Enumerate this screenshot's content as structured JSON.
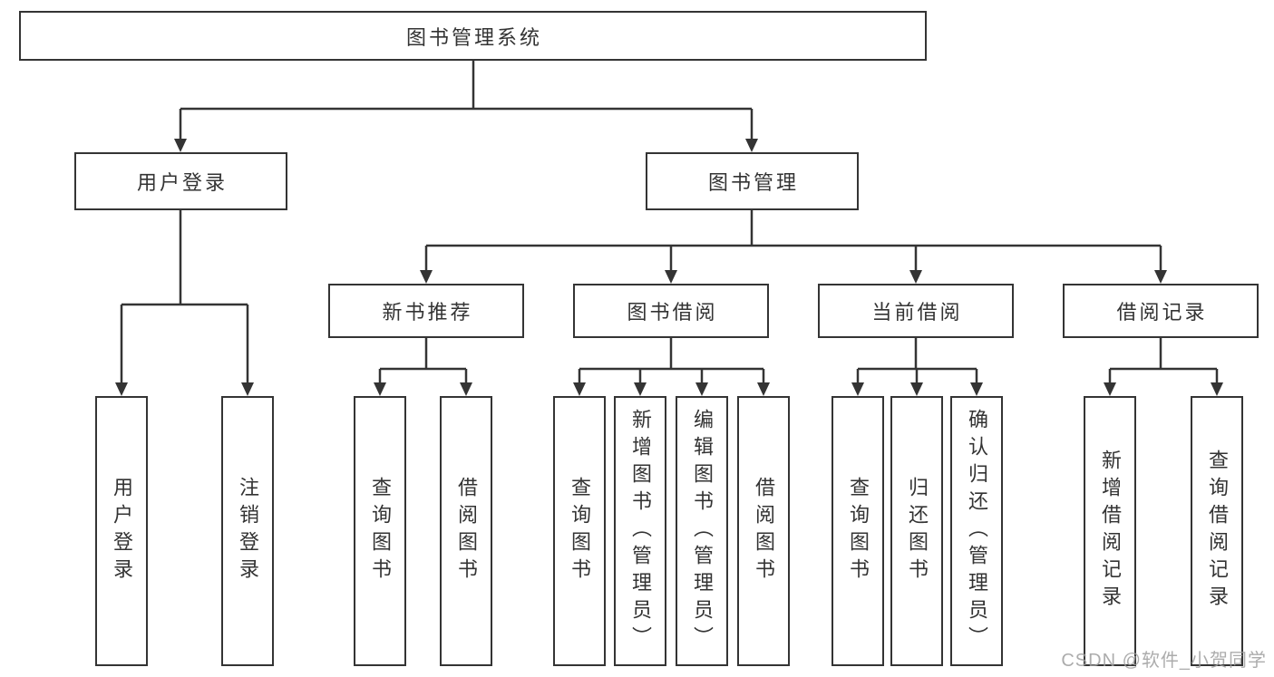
{
  "tree": {
    "root": {
      "label": "图书管理系统"
    },
    "login": {
      "label": "用户登录",
      "children": [
        {
          "label": "用户登录"
        },
        {
          "label": "注销登录"
        }
      ]
    },
    "management": {
      "label": "图书管理",
      "sections": [
        {
          "label": "新书推荐",
          "children": [
            {
              "label": "查询图书"
            },
            {
              "label": "借阅图书"
            }
          ]
        },
        {
          "label": "图书借阅",
          "children": [
            {
              "label": "查询图书"
            },
            {
              "label": "新增图书（管理员）"
            },
            {
              "label": "编辑图书（管理员）"
            },
            {
              "label": "借阅图书"
            }
          ]
        },
        {
          "label": "当前借阅",
          "children": [
            {
              "label": "查询图书"
            },
            {
              "label": "归还图书"
            },
            {
              "label": "确认归还（管理员）"
            }
          ]
        },
        {
          "label": "借阅记录",
          "children": [
            {
              "label": "新增借阅记录"
            },
            {
              "label": "查询借阅记录"
            }
          ]
        }
      ]
    }
  },
  "watermark": {
    "text": "CSDN @软件_小贺同学"
  },
  "colors": {
    "line": "#343434",
    "box_border": "#343434",
    "text": "#333333",
    "watermark": "#9e9e9e",
    "background": "#ffffff"
  }
}
